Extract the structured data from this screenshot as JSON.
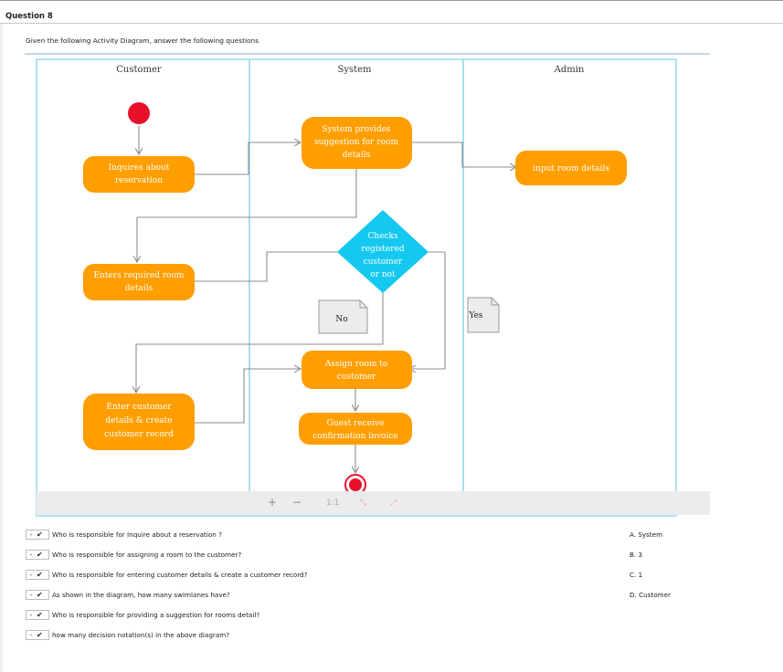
{
  "question": {
    "title": "Question 8",
    "instructions": "Given the following Activity Diagram, answer the following questions"
  },
  "diagram": {
    "lanes": [
      "Customer",
      "System",
      "Admin"
    ],
    "nodes": {
      "inquire": [
        "Inquires about",
        "reservation"
      ],
      "suggest": [
        "System provides",
        "suggestion for room",
        "details"
      ],
      "admin_input": [
        "input room details"
      ],
      "enter_details": [
        "Enters required room",
        "details"
      ],
      "decision": [
        "Checks",
        "registered",
        "customer",
        "or not"
      ],
      "assign": [
        "Assign room to",
        "customer"
      ],
      "create_record": [
        "Enter customer",
        "details & create",
        "customer record"
      ],
      "invoice": [
        "Guest receive",
        "confirmation invoice"
      ]
    },
    "notes": {
      "no": "No",
      "yes": "Yes"
    },
    "colors": {
      "action": "#FF9E00",
      "decision": "#14C8F0",
      "start": "#E8102B",
      "lane_border": "#7FD0E8",
      "arrow": "#8c8c8c"
    }
  },
  "zoom_controls": {
    "zoom_in": "+",
    "zoom_out": "−",
    "actual": "1:1",
    "fit": "⤡",
    "expand": "⤢"
  },
  "questions": [
    {
      "dropdown_value": "-",
      "text": "Who is responsible for Inquire about a reservation ?"
    },
    {
      "dropdown_value": "-",
      "text": "Who is responsible for assigning a room to the customer?"
    },
    {
      "dropdown_value": "-",
      "text": "Who is responsible for entering customer details & create a customer record?"
    },
    {
      "dropdown_value": "-",
      "text": "As shown in the diagram, how many swimlanes have?"
    },
    {
      "dropdown_value": "-",
      "text": "Who is responsible for providing a suggestion for rooms detail?"
    },
    {
      "dropdown_value": "-",
      "text": "how many decision notation(s) in the above diagram?"
    }
  ],
  "answers": [
    "A. System",
    "B. 3",
    "C. 1",
    "D. Customer"
  ]
}
